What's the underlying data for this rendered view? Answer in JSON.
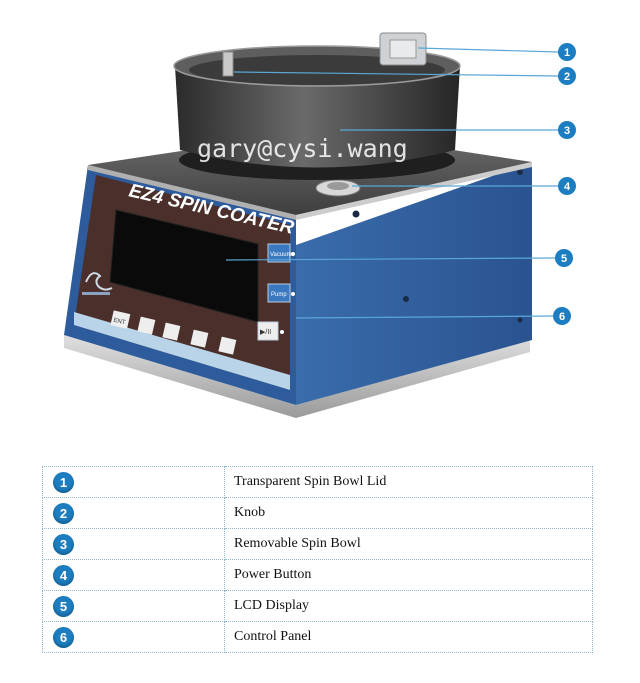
{
  "device": {
    "brand_text": "EZ4 SPIN COATER",
    "watermark": "gary@cysi.wang",
    "panel_buttons": [
      "ENT",
      "■",
      "■",
      "■",
      "■"
    ],
    "side_buttons": [
      "Vacuum",
      "Pump",
      "▶/II"
    ]
  },
  "callouts": [
    "1",
    "2",
    "3",
    "4",
    "5",
    "6"
  ],
  "legend": [
    {
      "num": "1",
      "label": "Transparent Spin Bowl Lid"
    },
    {
      "num": "2",
      "label": "Knob"
    },
    {
      "num": "3",
      "label": "Removable Spin Bowl"
    },
    {
      "num": "4",
      "label": "Power Button"
    },
    {
      "num": "5",
      "label": "LCD Display"
    },
    {
      "num": "6",
      "label": "Control Panel"
    }
  ],
  "colors": {
    "badge": "#1c7ec1",
    "body_blue": "#2f5f9e",
    "panel_brown": "#4a2f2a",
    "leader_line": "#5aa7d6"
  }
}
